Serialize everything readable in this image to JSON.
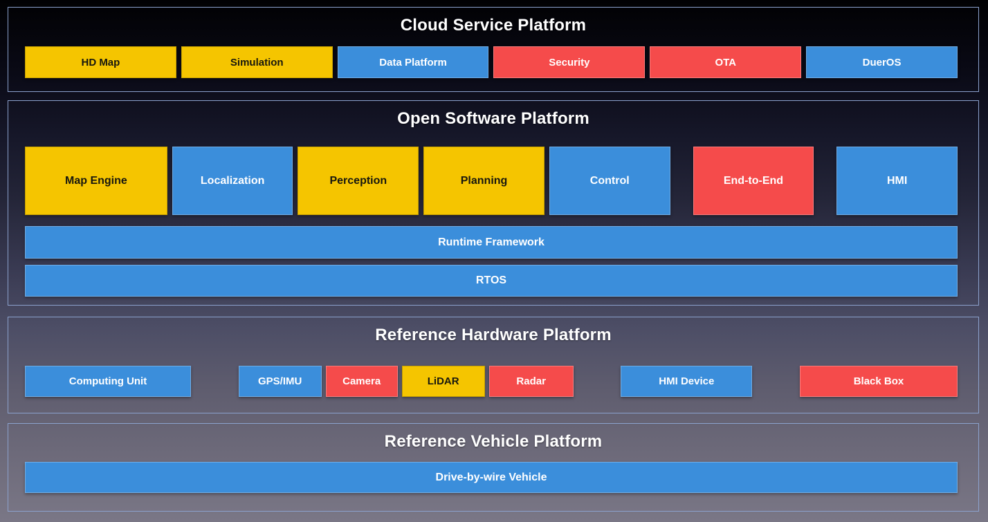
{
  "palette": {
    "yellow": "#F5C500",
    "blue": "#3B8EDB",
    "red": "#F54B4B",
    "panel_border": "#8CA2CE",
    "title_text": "#FFFFFF",
    "background_top": "#010103",
    "background_bottom": "#7A7786"
  },
  "sections": {
    "cloud": {
      "title": "Cloud Service Platform",
      "boxes": [
        {
          "label": "HD Map",
          "color": "yellow"
        },
        {
          "label": "Simulation",
          "color": "yellow"
        },
        {
          "label": "Data Platform",
          "color": "blue"
        },
        {
          "label": "Security",
          "color": "red"
        },
        {
          "label": "OTA",
          "color": "red"
        },
        {
          "label": "DuerOS",
          "color": "blue"
        }
      ]
    },
    "software": {
      "title": "Open Software Platform",
      "modules": [
        {
          "label": "Map Engine",
          "color": "yellow"
        },
        {
          "label": "Localization",
          "color": "blue"
        },
        {
          "label": "Perception",
          "color": "yellow"
        },
        {
          "label": "Planning",
          "color": "yellow"
        },
        {
          "label": "Control",
          "color": "blue"
        },
        {
          "label": "End-to-End",
          "color": "red"
        },
        {
          "label": "HMI",
          "color": "blue"
        }
      ],
      "bars": [
        {
          "label": "Runtime Framework",
          "color": "blue"
        },
        {
          "label": "RTOS",
          "color": "blue"
        }
      ]
    },
    "hardware": {
      "title": "Reference Hardware Platform",
      "boxes": [
        {
          "label": "Computing Unit",
          "color": "blue"
        },
        {
          "label": "GPS/IMU",
          "color": "blue"
        },
        {
          "label": "Camera",
          "color": "red"
        },
        {
          "label": "LiDAR",
          "color": "yellow"
        },
        {
          "label": "Radar",
          "color": "red"
        },
        {
          "label": "HMI Device",
          "color": "blue"
        },
        {
          "label": "Black Box",
          "color": "red"
        }
      ]
    },
    "vehicle": {
      "title": "Reference Vehicle Platform",
      "bars": [
        {
          "label": "Drive-by-wire Vehicle",
          "color": "blue"
        }
      ]
    }
  }
}
